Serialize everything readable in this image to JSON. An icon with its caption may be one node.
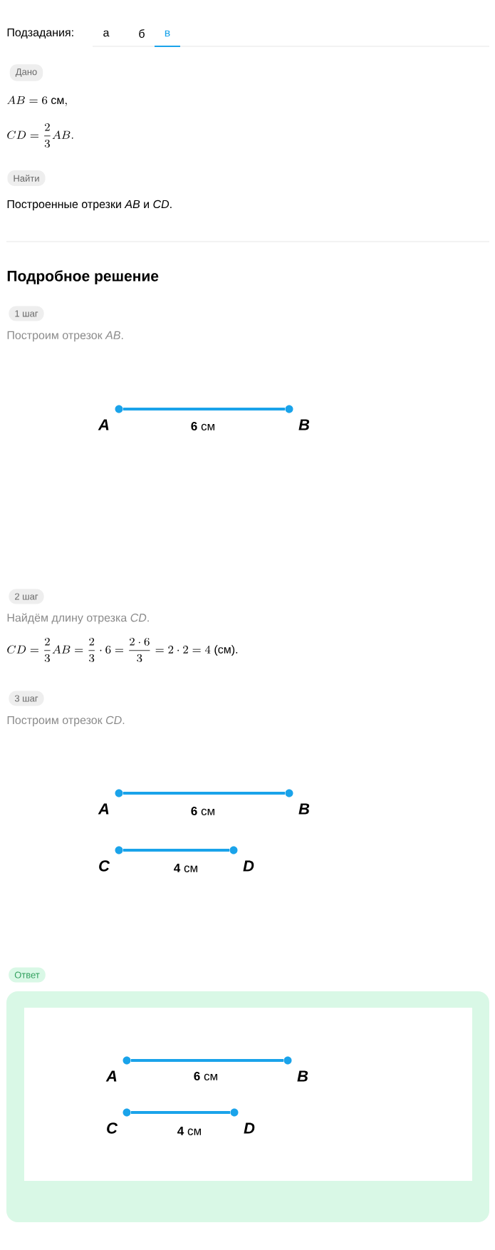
{
  "diagram": {
    "nodes": [
      {
        "text": [
          "Дано"
        ]
      },
      {
        "text": [
          "Найти"
        ]
      },
      {
        "text": [
          "1 шаг"
        ]
      },
      {
        "text": [],
        "shape": "circle",
        "beside": [
          "A"
        ]
      },
      {
        "text": [],
        "shape": "circle",
        "beside": [
          "B"
        ]
      },
      {
        "text": [
          "2 шаг"
        ]
      },
      {
        "text": [
          "3 шаг"
        ]
      },
      {
        "text": [],
        "shape": "circle",
        "beside": [
          "A"
        ]
      },
      {
        "text": [],
        "shape": "circle",
        "beside": [
          "B"
        ]
      },
      {
        "text": [],
        "shape": "circle",
        "beside": [
          "C"
        ]
      },
      {
        "text": [],
        "shape": "circle",
        "beside": [
          "D"
        ]
      },
      {
        "text": [
          "Ответ"
        ]
      },
      {
        "text": [],
        "shape": "box"
      },
      {
        "text": [],
        "shape": "circle",
        "beside": [
          "A"
        ],
        "in": 12
      },
      {
        "text": [],
        "shape": "circle",
        "beside": [
          "B"
        ],
        "in": 12
      },
      {
        "text": [],
        "shape": "circle",
        "beside": [
          "C"
        ],
        "in": 12
      },
      {
        "text": [],
        "shape": "circle",
        "beside": [
          "D"
        ],
        "in": 12
      }
    ],
    "edges": [
      {
        "from": 3,
        "to": 4,
        "arrow": "none",
        "label": "**6** см"
      },
      {
        "from": 7,
        "to": 8,
        "arrow": "none",
        "label": "**6** см"
      },
      {
        "from": 9,
        "to": 10,
        "arrow": "none",
        "label": "**4** см"
      },
      {
        "from": 13,
        "to": 14,
        "arrow": "none",
        "label": "**6** см"
      },
      {
        "from": 15,
        "to": 16,
        "arrow": "none",
        "label": "**4** см"
      }
    ],
    "labels": [
      "Подзадания:",
      "а",
      "б",
      "в",
      "AB = 6\\mbox{ см},",
      "CD = \\frac{2}{3}AB.",
      "Построенные отрезки *AB* и *CD*.",
      "Подробное решение",
      "Построим отрезок *AB*.",
      "Найдём длину отрезка *CD*.",
      "CD = \\frac{2}{3}AB = \\frac{2}{3}\\cdot 6 = \\frac{2\\cdot 6}{3} = 2\\cdot 2 = 4\\mbox{ (см).}",
      "Построим отрезок *CD*."
    ]
  }
}
